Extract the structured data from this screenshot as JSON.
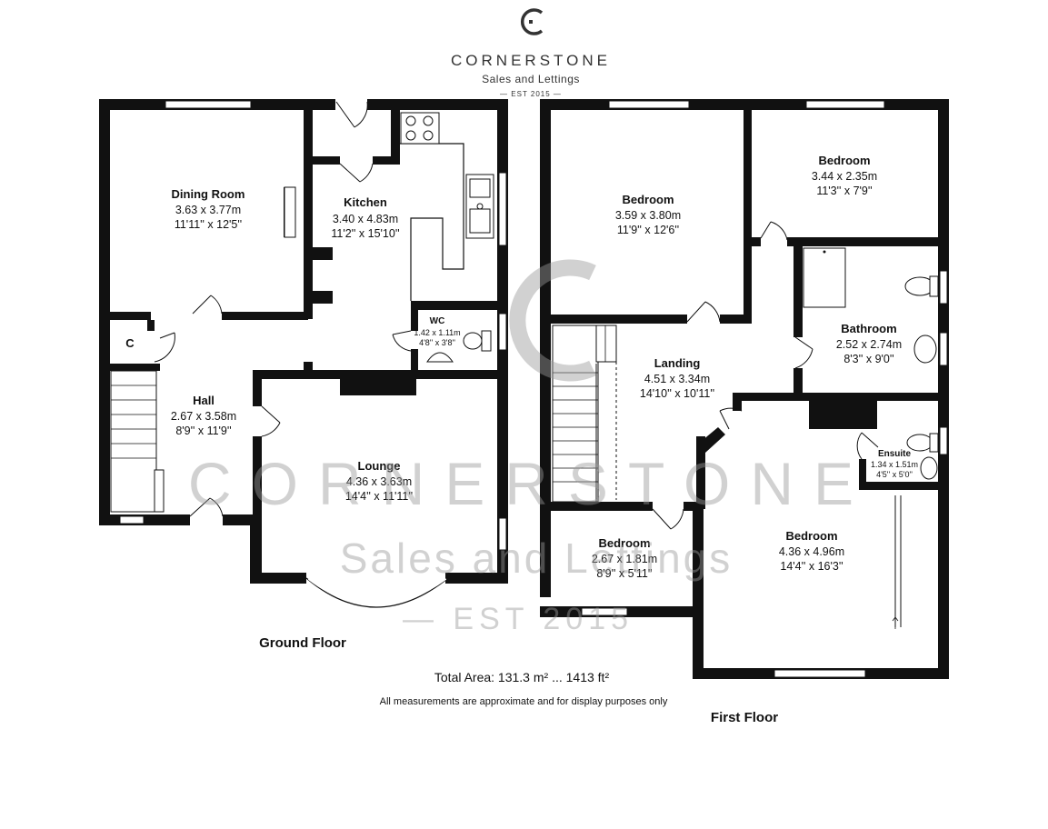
{
  "brand": {
    "name": "CORNERSTONE",
    "tagline": "Sales and Lettings",
    "est": "— EST 2015 —"
  },
  "watermark": {
    "name": "CORNERSTONE",
    "tagline": "Sales and Lettings",
    "est": "— EST 2015"
  },
  "ground_floor": {
    "label": "Ground Floor",
    "rooms": [
      {
        "name": "Dining Room",
        "metric": "3.63 x 3.77m",
        "imperial": "11'11'' x 12'5''"
      },
      {
        "name": "Kitchen",
        "metric": "3.40 x 4.83m",
        "imperial": "11'2'' x 15'10''"
      },
      {
        "name": "WC",
        "metric": "1.42 x 1.11m",
        "imperial": "4'8'' x 3'8''"
      },
      {
        "name": "C",
        "metric": "",
        "imperial": ""
      },
      {
        "name": "Hall",
        "metric": "2.67 x 3.58m",
        "imperial": "8'9'' x 11'9''"
      },
      {
        "name": "Lounge",
        "metric": "4.36 x 3.63m",
        "imperial": "14'4'' x 11'11''"
      }
    ]
  },
  "first_floor": {
    "label": "First Floor",
    "rooms": [
      {
        "name": "Bedroom",
        "metric": "3.59 x 3.80m",
        "imperial": "11'9'' x 12'6''"
      },
      {
        "name": "Bedroom",
        "metric": "3.44 x 2.35m",
        "imperial": "11'3'' x 7'9''"
      },
      {
        "name": "Bathroom",
        "metric": "2.52 x 2.74m",
        "imperial": "8'3'' x 9'0''"
      },
      {
        "name": "Landing",
        "metric": "4.51 x 3.34m",
        "imperial": "14'10'' x 10'11''"
      },
      {
        "name": "Ensuite",
        "metric": "1.34 x 1.51m",
        "imperial": "4'5'' x 5'0''"
      },
      {
        "name": "Bedroom",
        "metric": "2.67 x 1.81m",
        "imperial": "8'9'' x 5'11''"
      },
      {
        "name": "Bedroom",
        "metric": "4.36 x 4.96m",
        "imperial": "14'4'' x 16'3''"
      }
    ]
  },
  "total_area": "Total Area: 131.3 m² ... 1413 ft²",
  "disclaimer": "All measurements are approximate and for display purposes only"
}
